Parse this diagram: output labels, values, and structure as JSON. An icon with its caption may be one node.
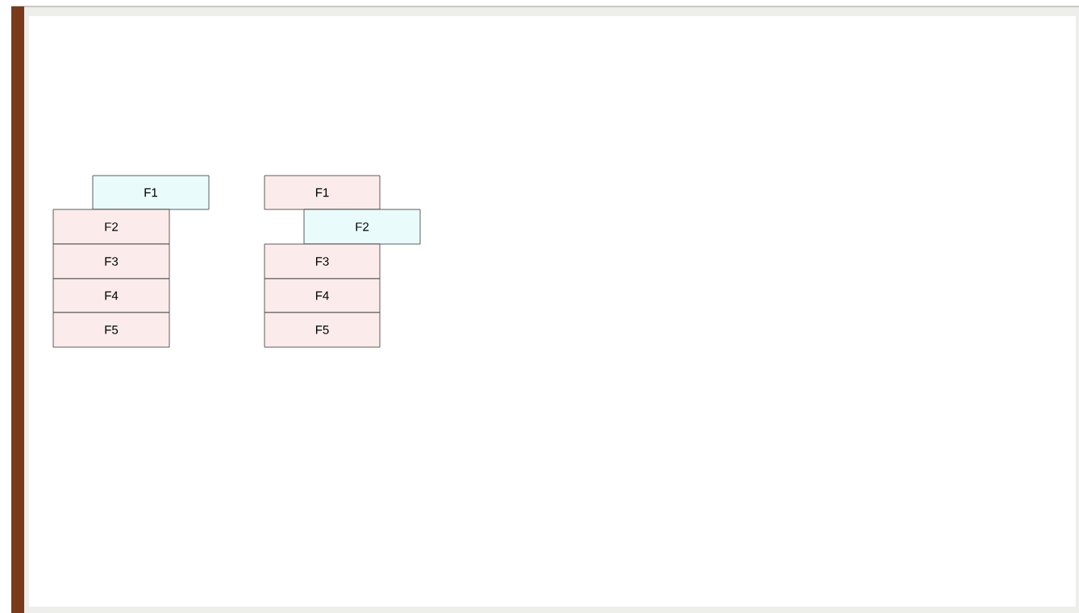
{
  "diagram": {
    "nodes": [
      {
        "text": [
          "F1"
        ]
      },
      {
        "text": [
          "F2"
        ]
      },
      {
        "text": [
          "F3"
        ]
      },
      {
        "text": [
          "F4"
        ]
      },
      {
        "text": [
          "F5"
        ]
      },
      {
        "text": [
          "F1"
        ]
      },
      {
        "text": [
          "F2"
        ]
      },
      {
        "text": [
          "F3"
        ]
      },
      {
        "text": [
          "F4"
        ]
      },
      {
        "text": [
          "F5"
        ]
      }
    ]
  }
}
